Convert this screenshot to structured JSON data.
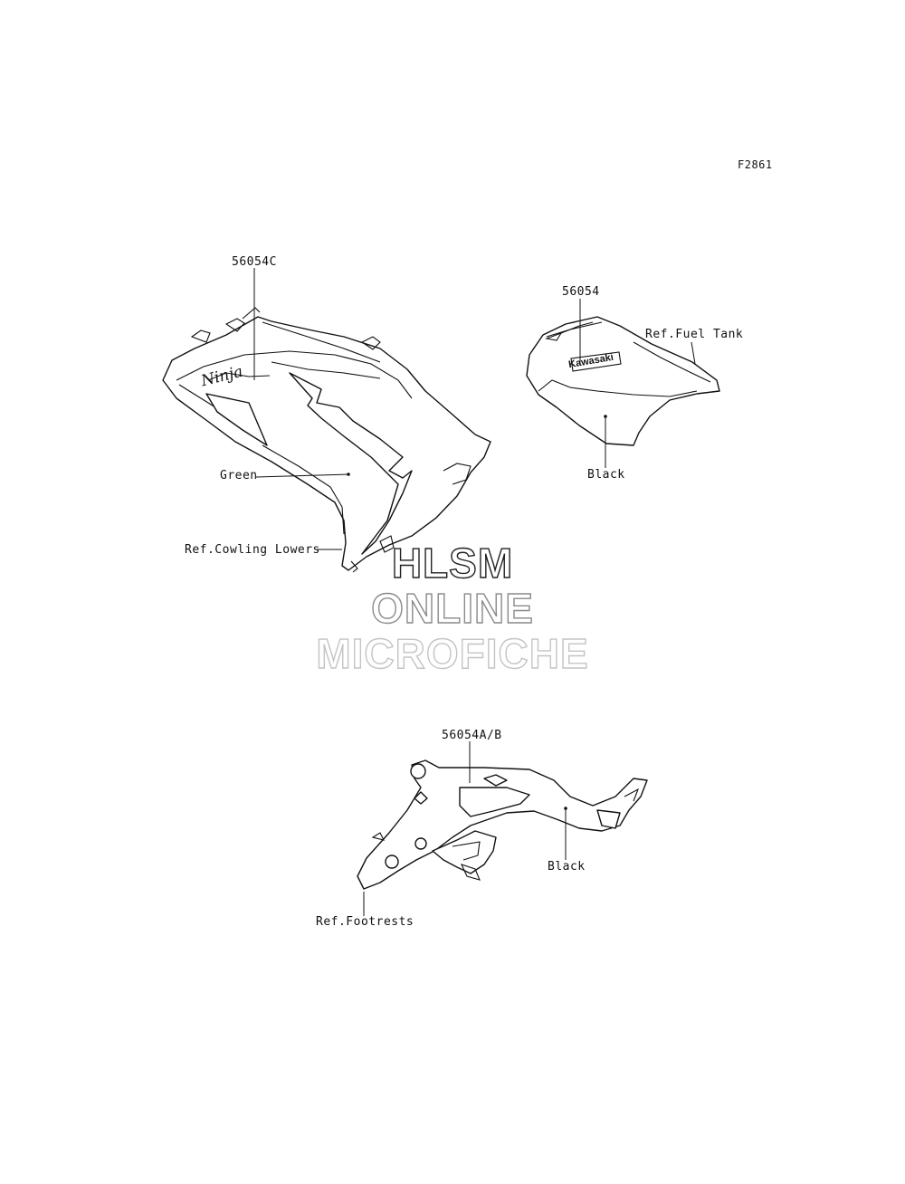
{
  "figure_code": "F2861",
  "callouts": {
    "part_cowling": "56054C",
    "part_tank": "56054",
    "part_frame": "56054A/B",
    "green": "Green",
    "ref_cowling": "Ref.Cowling Lowers",
    "ref_fuel_tank": "Ref.Fuel Tank",
    "black_tank": "Black",
    "black_frame": "Black",
    "ref_footrests": "Ref.Footrests"
  },
  "decal_text": {
    "ninja": "Ninja",
    "kawasaki": "Kawasaki"
  },
  "watermark": {
    "line1": "HLSM",
    "line2": "ONLINE",
    "line3": "MICROFICHE"
  }
}
